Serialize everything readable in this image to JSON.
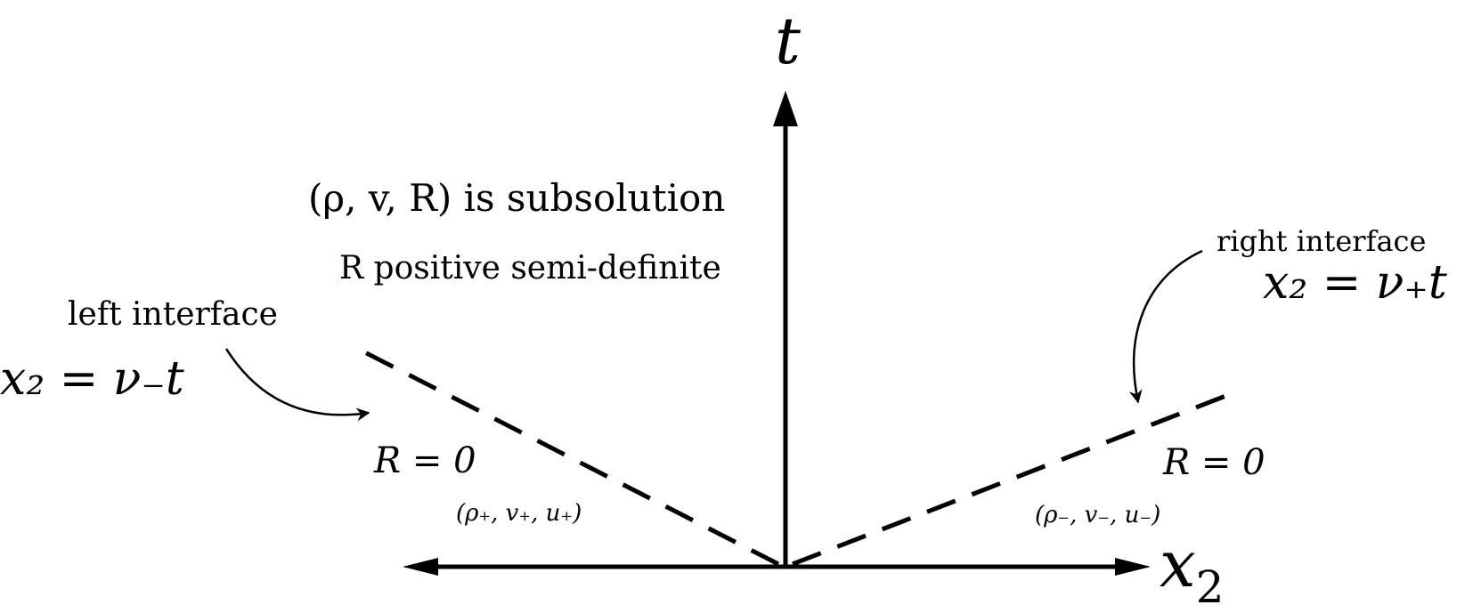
{
  "axes": {
    "vertical_label": "t",
    "horizontal_label": "x",
    "horizontal_label_subscript": "2"
  },
  "center_region": {
    "line1": "(ρ, v, R) is subsolution",
    "line2": "R positive semi-definite"
  },
  "left": {
    "interface_label": "left interface",
    "interface_equation": "x₂ = ν₋t",
    "region_condition": "R = 0",
    "state": "(ρ₊, v₊, u₊)"
  },
  "right": {
    "interface_label": "right interface",
    "interface_equation": "x₂ = ν₊t",
    "region_condition": "R = 0",
    "state": "(ρ₋, v₋, u₋)"
  },
  "colors": {
    "ink": "#000000",
    "background": "#ffffff"
  }
}
